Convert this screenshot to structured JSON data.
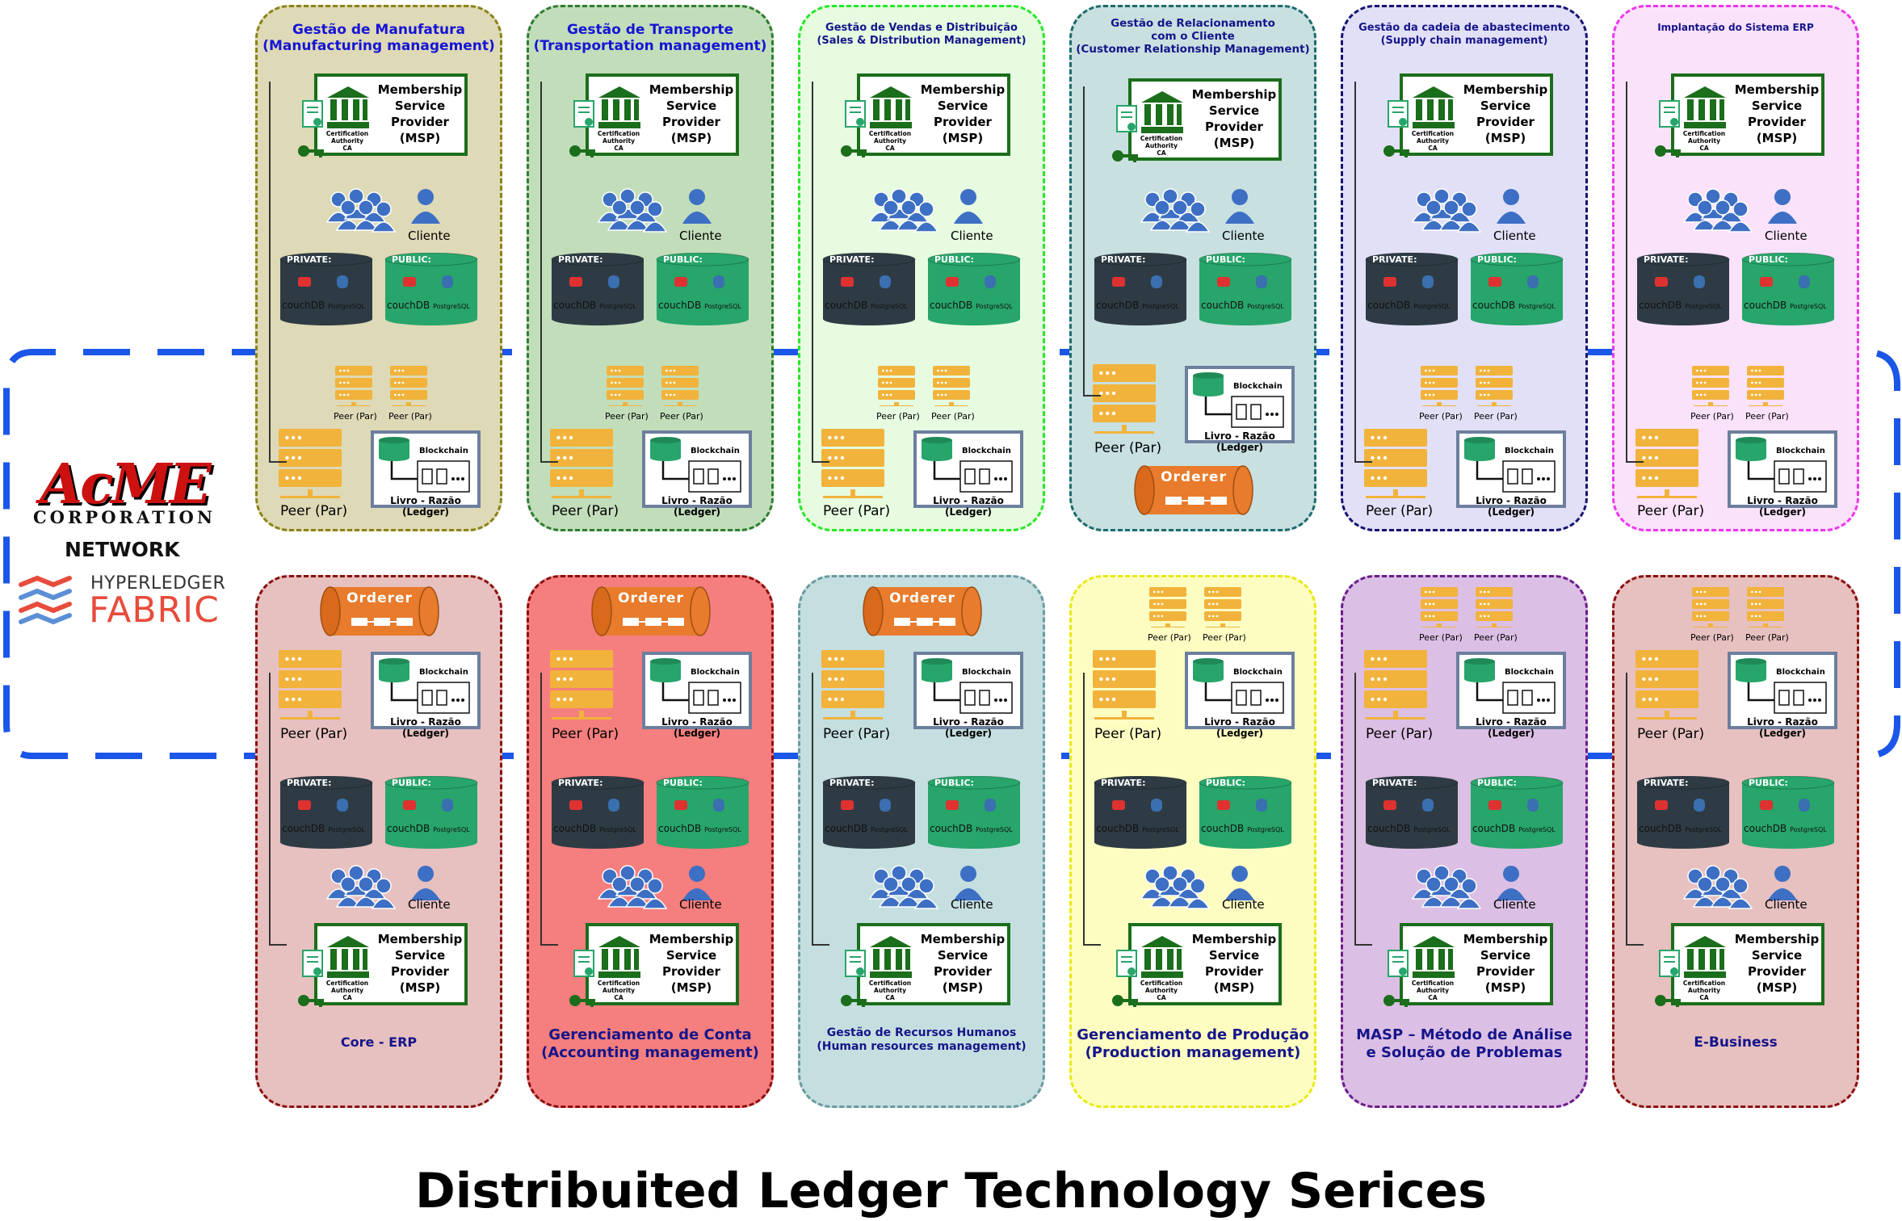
{
  "page_title": "Distribuited Ledger Technology Serices",
  "logo": {
    "acme_name": "AcME",
    "acme_sub": "CORPORATION",
    "network_label": "NETWORK",
    "hyperledger_line1": "HYPERLEDGER",
    "hyperledger_line2": "FABRIC"
  },
  "labels": {
    "msp_line1": "Membership",
    "msp_line2": "Service",
    "msp_line3": "Provider",
    "msp_line4": "(MSP)",
    "ca_line1": "Certification",
    "ca_line2": "Authority",
    "ca_line3": "CA",
    "client": "Cliente",
    "private": "PRIVATE:",
    "public": "PUBLIC:",
    "couchdb": "couchDB",
    "postgres": "PostgreSQL",
    "peer": "Peer (Par)",
    "blockchain": "Blockchain",
    "ledger": "Livro - Razão (Ledger)",
    "orderer": "Orderer"
  },
  "colors": {
    "network_ring": "#1a56e8",
    "msp_border": "#1b6e1b",
    "private_db": "#2e3b44",
    "public_db": "#27a56a",
    "server": "#f1b33b",
    "orderer": "#e87b2c",
    "user_icon": "#3d6fc4",
    "ledger_border": "#6d7f9e"
  },
  "top_panels": [
    {
      "title": [
        "Gestão de Manufatura",
        "(Manufacturing management)"
      ],
      "bg": "#ded9b6",
      "border": "#8a8316",
      "title_color": "#1515d6",
      "title_size": 17
    },
    {
      "title": [
        "Gestão de Transporte",
        "(Transportation management)"
      ],
      "bg": "#c2ddba",
      "border": "#2e7d32",
      "title_color": "#1515d6",
      "title_size": 17
    },
    {
      "title": [
        "Gestão de Vendas e Distribuição",
        "(Sales & Distribution Management)"
      ],
      "bg": "#e6fbe0",
      "border": "#27e827",
      "title_color": "#15158a",
      "title_size": 13
    },
    {
      "title": [
        "Gestão de Relacionamento",
        "com o Cliente",
        "(Customer Relationship Management)"
      ],
      "bg": "#c8e0e0",
      "border": "#1e6b6b",
      "title_color": "#15158a",
      "title_size": 13.5,
      "orderer": true
    },
    {
      "title": [
        "Gestão da cadeia de abastecimento",
        "(Supply chain management)"
      ],
      "bg": "#e2e0f7",
      "border": "#141470",
      "title_color": "#15158a",
      "title_size": 13
    },
    {
      "title": [
        "Implantação do Sistema ERP"
      ],
      "bg": "#fbe2fb",
      "border": "#ee36ee",
      "title_color": "#15158a",
      "title_size": 12
    }
  ],
  "bottom_panels": [
    {
      "title": [
        "Core - ERP"
      ],
      "bg": "#e7c0c0",
      "border": "#8b0f0f",
      "title_color": "#15158a",
      "title_size": 16,
      "orderer": true
    },
    {
      "title": [
        "Gerenciamento de Conta",
        "(Accounting management)"
      ],
      "bg": "#f57e7e",
      "border": "#8b0f0f",
      "title_color": "#15158a",
      "title_size": 18,
      "orderer": true
    },
    {
      "title": [
        "Gestão de Recursos Humanos",
        "(Human resources management)"
      ],
      "bg": "#c5dfe0",
      "border": "#6a9aa0",
      "title_color": "#15158a",
      "title_size": 14,
      "orderer": true
    },
    {
      "title": [
        "Gerenciamento de Produção",
        "(Production management)"
      ],
      "bg": "#fdfdc2",
      "border": "#e8e816",
      "title_color": "#15158a",
      "title_size": 18
    },
    {
      "title": [
        "MASP – Método de Análise",
        "e Solução de Problemas"
      ],
      "bg": "#dcbfe4",
      "border": "#6a1d8a",
      "title_color": "#15158a",
      "title_size": 18
    },
    {
      "title": [
        "E-Business"
      ],
      "bg": "#e7c0c0",
      "border": "#8b0f0f",
      "title_color": "#15158a",
      "title_size": 17
    }
  ]
}
